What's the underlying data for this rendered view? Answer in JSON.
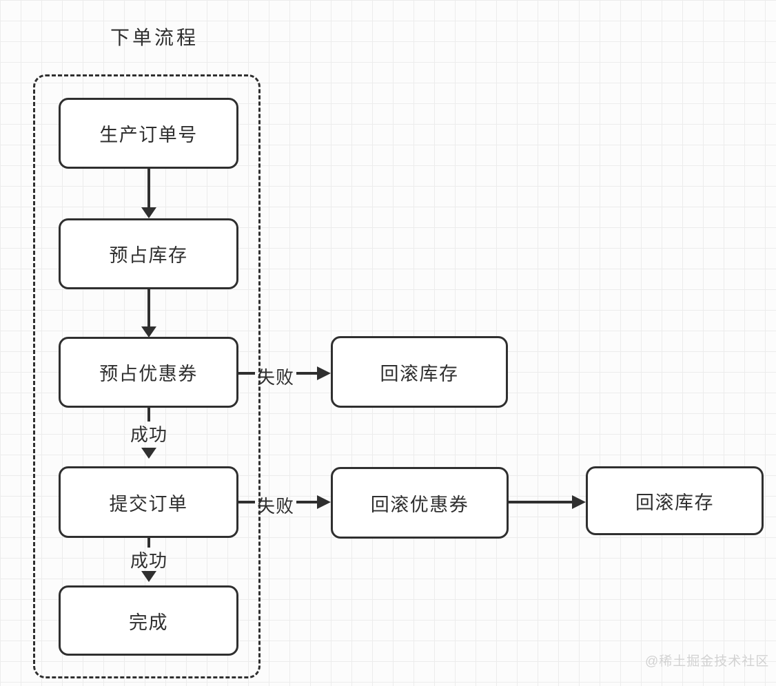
{
  "diagram": {
    "title": "下单流程",
    "nodes": {
      "generate_order_no": "生产订单号",
      "reserve_stock": "预占库存",
      "reserve_coupon": "预占优惠券",
      "submit_order": "提交订单",
      "complete": "完成",
      "rollback_stock_top": "回滚库存",
      "rollback_coupon": "回滚优惠券",
      "rollback_stock_right": "回滚库存"
    },
    "edge_labels": {
      "coupon_fail": "失败",
      "coupon_success": "成功",
      "submit_fail": "失败",
      "submit_success": "成功"
    },
    "watermark": "@稀土掘金技术社区",
    "colors": {
      "stroke": "#2f2f2f",
      "text": "#2f2f2f",
      "node_fill": "#ffffff",
      "canvas_background": "#fcfcfc",
      "grid_line": "#ececec",
      "watermark_text": "#d2d2d2"
    }
  }
}
